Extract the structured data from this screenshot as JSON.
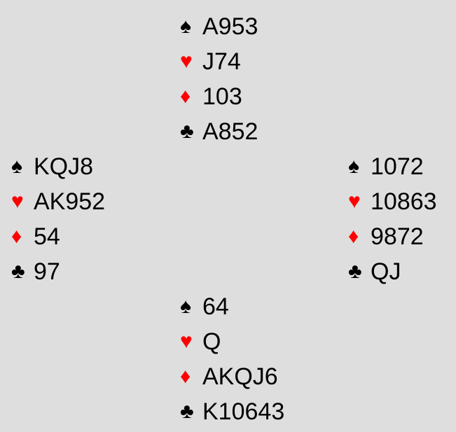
{
  "suits": {
    "spades": "♠",
    "hearts": "♥",
    "diamonds": "♦",
    "clubs": "♣"
  },
  "colors": {
    "black": "#000000",
    "red": "#ff0000",
    "background": "#dedede"
  },
  "hands": {
    "north": {
      "spades": "A953",
      "hearts": "J74",
      "diamonds": "103",
      "clubs": "A852"
    },
    "west": {
      "spades": "KQJ8",
      "hearts": "AK952",
      "diamonds": "54",
      "clubs": "97"
    },
    "east": {
      "spades": "1072",
      "hearts": "10863",
      "diamonds": "9872",
      "clubs": "QJ"
    },
    "south": {
      "spades": "64",
      "hearts": "Q",
      "diamonds": "AKQJ6",
      "clubs": "K10643"
    }
  }
}
